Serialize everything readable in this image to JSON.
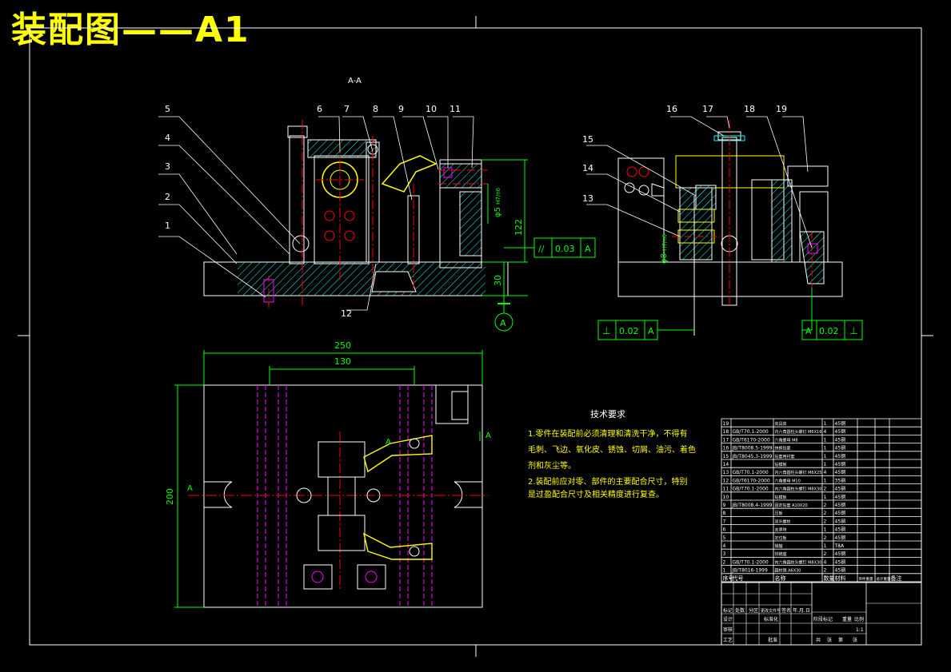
{
  "drawing_title": "装配图——A1",
  "views": {
    "section_label": "A-A",
    "section_marker": "A"
  },
  "balloons": [
    "1",
    "2",
    "3",
    "4",
    "5",
    "6",
    "7",
    "8",
    "9",
    "10",
    "11",
    "12",
    "13",
    "14",
    "15",
    "16",
    "17",
    "18",
    "19"
  ],
  "dimensions": {
    "width_overall": "250",
    "width_inner": "130",
    "height_plan": "200",
    "height_front": "122",
    "base_thickness": "30",
    "hole_d5": "φ5",
    "hole_d5_fit": "H7/n6",
    "hole_d8": "φ8",
    "hole_d8_fit": "H7/n6"
  },
  "tolerances": {
    "parallel": {
      "symbol": "//",
      "value": "0.03",
      "datum": "A"
    },
    "perp_left": {
      "symbol": "⊥",
      "value": "0.02",
      "datum": "A"
    },
    "perp_right": {
      "symbol": "⊥",
      "value": "0.02",
      "datum": "A"
    }
  },
  "tech_requirements": {
    "heading": "技术要求",
    "lines": [
      "1.零件在装配前必须清理和清洗干净，不得有",
      "毛刺、飞边、氧化皮、锈蚀、切屑、油污、着色",
      "剂和灰尘等。",
      "2.装配前应对零、部件的主要配合尺寸，特别",
      "是过盈配合尺寸及相关精度进行复查。"
    ]
  },
  "parts_list": {
    "headers": [
      "序号",
      "代号",
      "名称",
      "数量",
      "材料",
      "单件重量",
      "总计重量",
      "备注"
    ],
    "rows": [
      [
        "19",
        "",
        "夹具体",
        "1",
        "45钢"
      ],
      [
        "18",
        "GB/T70.1-2000",
        "内六角圆柱头螺钉 M6X16",
        "4",
        "45钢"
      ],
      [
        "17",
        "GB/T6170-2000",
        "六角螺母 M8",
        "1",
        "45钢"
      ],
      [
        "16",
        "JB/T8008.5-1999",
        "快换钻套",
        "1",
        "45钢"
      ],
      [
        "15",
        "JB/T8045.3-1999",
        "钻套用衬套",
        "1",
        "45钢"
      ],
      [
        "14",
        "",
        "钻模板",
        "1",
        "45钢"
      ],
      [
        "13",
        "GB/T70.1-2000",
        "内六角圆柱头螺钉 M6X25",
        "4",
        "45钢"
      ],
      [
        "12",
        "GB/T6170-2000",
        "六角螺母 M10",
        "1",
        "35钢"
      ],
      [
        "11",
        "GB/T70.1-2000",
        "内六角圆柱头螺钉 M8X30",
        "2",
        "45钢"
      ],
      [
        "10",
        "",
        "钻模板",
        "1",
        "45钢"
      ],
      [
        "9",
        "JB/T8008.4-1999",
        "固定钻套 A10X20",
        "2",
        "45钢"
      ],
      [
        "8",
        "",
        "压板",
        "2",
        "45钢"
      ],
      [
        "7",
        "",
        "双头螺柱",
        "2",
        "45钢"
      ],
      [
        "6",
        "",
        "支承块",
        "1",
        "45钢"
      ],
      [
        "5",
        "",
        "定位板",
        "2",
        "45钢"
      ],
      [
        "4",
        "",
        "销轴",
        "1",
        "T8A"
      ],
      [
        "3",
        "",
        "铰链座",
        "2",
        "45钢"
      ],
      [
        "2",
        "GB/T70.1-2000",
        "内六角圆柱头螺钉 M8X30",
        "4",
        "45钢"
      ],
      [
        "1",
        "JB/T8016-1999",
        "圆柱销 A6X30",
        "2",
        "45钢"
      ]
    ]
  },
  "title_block": {
    "row1": [
      "标记",
      "处数",
      "分区",
      "更改文件号",
      "签名",
      "年.月.日"
    ],
    "row2": [
      "设计",
      "",
      "",
      "标准化",
      ""
    ],
    "row3": [
      "审核",
      ""
    ],
    "row4": [
      "工艺",
      "",
      "批准"
    ],
    "stage_headers": [
      "阶段标记",
      "重量",
      "比例"
    ],
    "scale": "1:1",
    "sheet_info": [
      "共",
      "张",
      "第",
      "张"
    ]
  },
  "colors": {
    "background": "#000000",
    "outline": "#ffffff",
    "title": "#ffff00",
    "dimension": "#00ff00",
    "centerline": "#ff0000",
    "hidden": "#ff00ff",
    "hatch": "#00ffff",
    "clamp": "#ffff00"
  }
}
